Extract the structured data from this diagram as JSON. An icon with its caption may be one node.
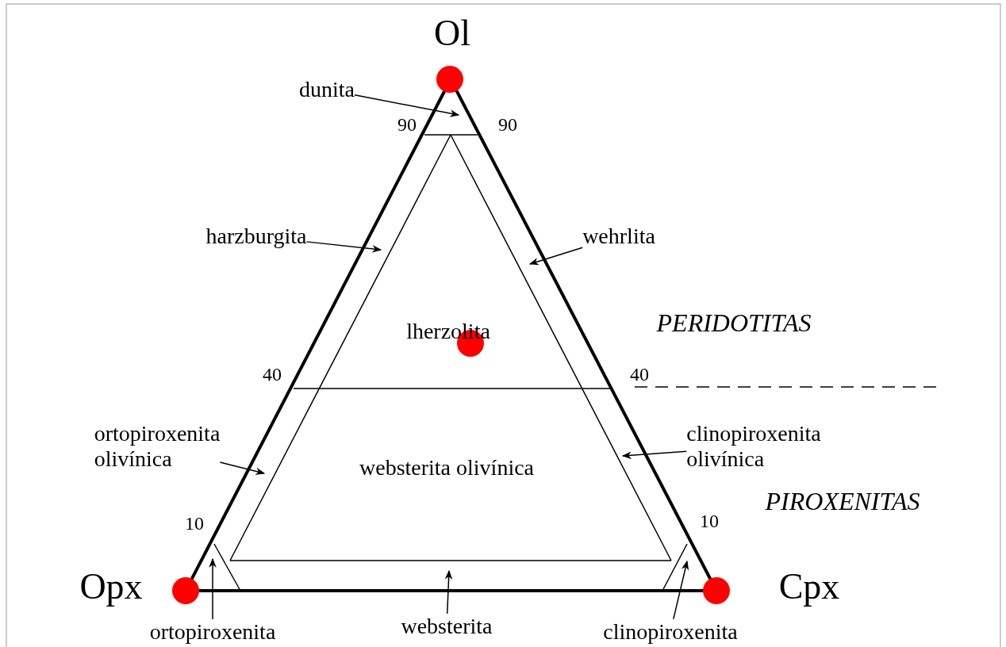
{
  "diagram": {
    "nodes": [
      {
        "text": [
          "dunita"
        ]
      },
      {
        "text": [
          "harzburgita"
        ]
      },
      {
        "text": [
          "wehrlita"
        ]
      },
      {
        "text": [
          "ortopiroxenita olivínica"
        ]
      },
      {
        "text": [
          "clinopiroxenita olivínica"
        ]
      },
      {
        "text": [
          "ortopiroxenita"
        ]
      },
      {
        "text": [
          "websterita"
        ]
      },
      {
        "text": [
          "clinopiroxenita"
        ]
      }
    ],
    "edges": [
      {
        "from": 0,
        "to": null,
        "arrow": "to"
      },
      {
        "from": 1,
        "to": null,
        "arrow": "to"
      },
      {
        "from": 2,
        "to": null,
        "arrow": "to"
      },
      {
        "from": 3,
        "to": null,
        "arrow": "to"
      },
      {
        "from": 4,
        "to": null,
        "arrow": "to"
      },
      {
        "from": 5,
        "to": null,
        "arrow": "to"
      },
      {
        "from": 6,
        "to": null,
        "arrow": "to"
      },
      {
        "from": 7,
        "to": null,
        "arrow": "to"
      }
    ],
    "labels": [
      "Ol",
      "90",
      "90",
      "lherzolita",
      "PERIDOTITAS",
      "40",
      "40",
      "websterita olivínica",
      "PIROXENITAS",
      "10",
      "10",
      "Opx",
      "Cpx"
    ]
  }
}
